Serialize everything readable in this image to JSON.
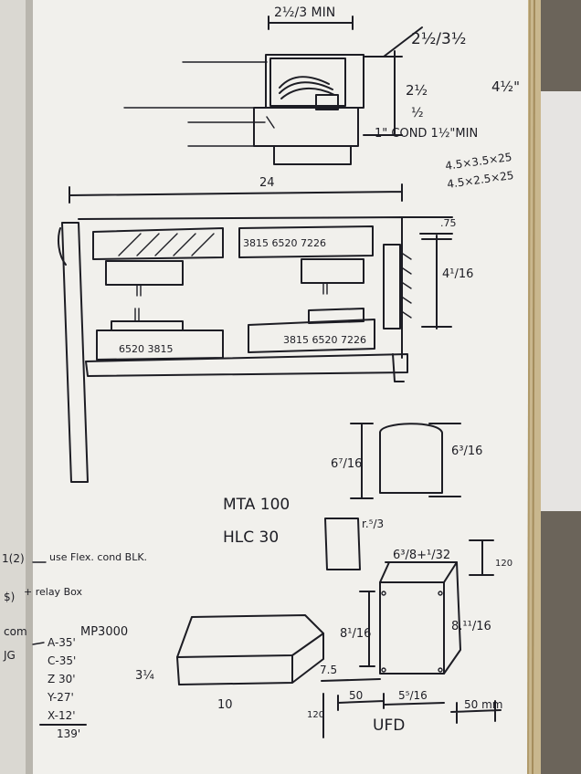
{
  "top_detail": {
    "width_label": "2½/3 MIN",
    "right_label": "2½/3½",
    "dim_2half": "2½",
    "dim_half": "½",
    "dim_4half": "4½\"",
    "cond_label": "1\" COND 1½\"MIN",
    "sizes": [
      "4.5×3.5×25",
      "4.5×2.5×25"
    ]
  },
  "front_view": {
    "width_label": "24",
    "dim_75": ".75",
    "dim_4116": "4¹/16",
    "top_right_box": "3815 6520 7226",
    "bottom_left_box": "6520 3815",
    "bottom_right_box": "3815 6520 7226"
  },
  "mid_notes": {
    "line1": "MTA 100",
    "line2": "HLC 30"
  },
  "right_part": {
    "dim_left": "6⁷/16",
    "dim_right": "6³/16",
    "radius_label": "r.⁵/3",
    "top_dim": "6³/8+¹/32",
    "side_dim": "120",
    "dim_8116": "8¹/16",
    "dim_8316": "8.¹¹/16",
    "dim_75b": "7.5",
    "dim_50": "50",
    "dim_5516": "5⁵/16",
    "ufd_label": "UFD",
    "dim_120b": "120",
    "scale_label": "50 mm"
  },
  "left_notes": {
    "use_flex": "use Flex. cond BLK.",
    "relay_box": "+ relay Box",
    "mp3000": "MP3000",
    "axes": [
      "A-35'",
      "C-35'",
      "Z 30'",
      "Y-27'",
      "X-12'"
    ],
    "total": "139'",
    "edge_1": "1(2)",
    "edge_2": "$)",
    "edge_3": "com",
    "edge_4": "JG"
  },
  "lower_box": {
    "height_label": "3¼",
    "width_label": "10"
  }
}
